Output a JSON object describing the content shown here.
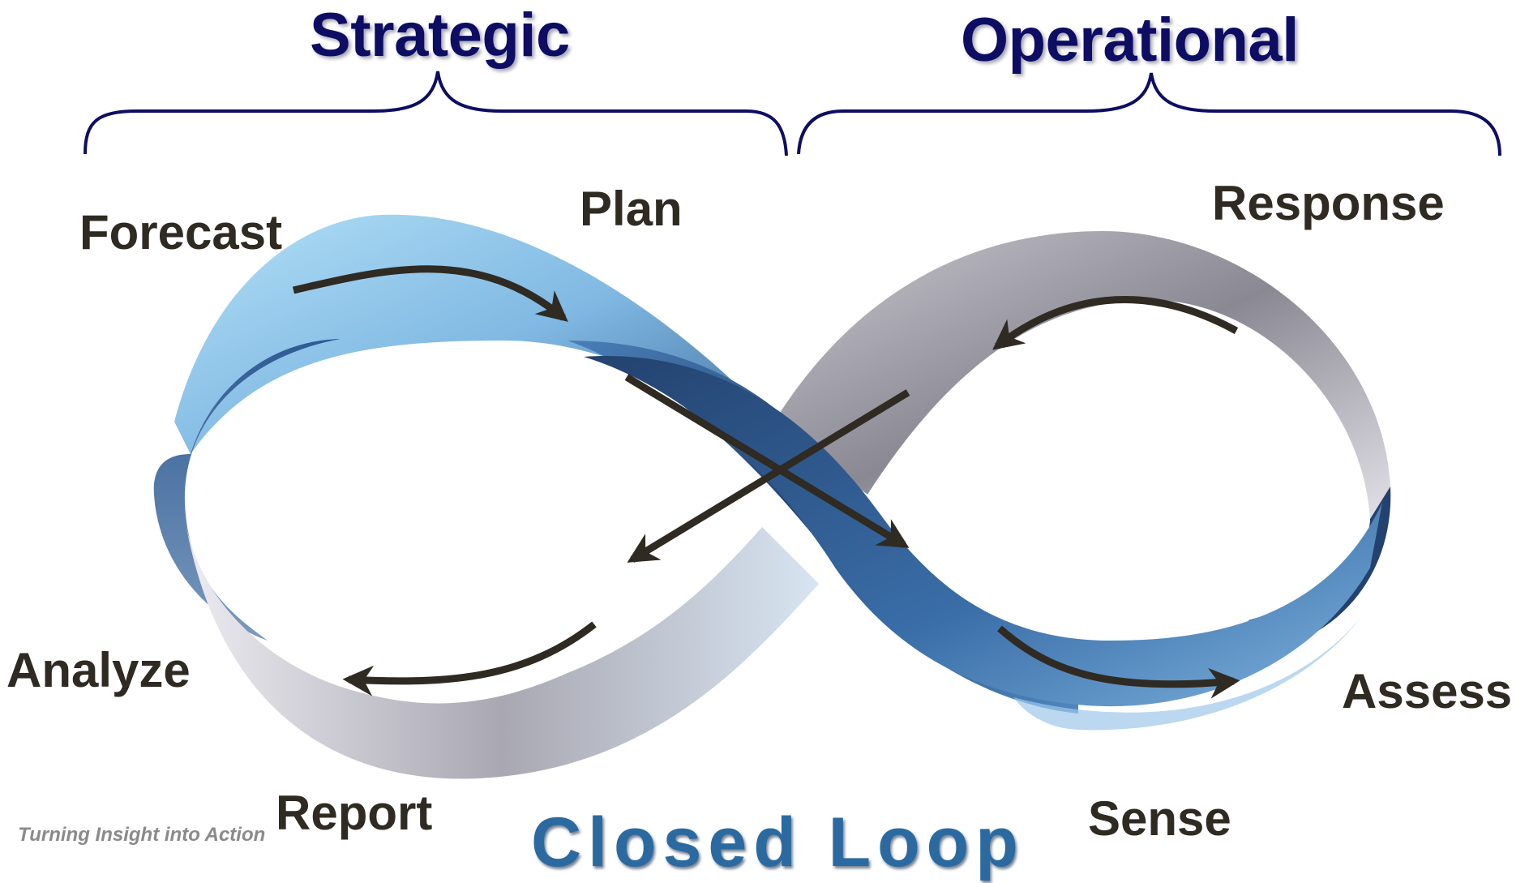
{
  "groups": {
    "strategic": "Strategic",
    "operational": "Operational"
  },
  "stages": {
    "forecast": "Forecast",
    "plan": "Plan",
    "response": "Response",
    "analyze": "Analyze",
    "assess": "Assess",
    "report": "Report",
    "sense": "Sense"
  },
  "tagline": "Turning Insight into Action",
  "caption": "Closed Loop",
  "colors": {
    "brace": "#0d0d63",
    "title": "#0d0d63",
    "arrow": "#2f2a22",
    "band_blue_light": "#9fd4f2",
    "band_blue_dark": "#1f3f6e",
    "band_gray": "#85848d"
  }
}
